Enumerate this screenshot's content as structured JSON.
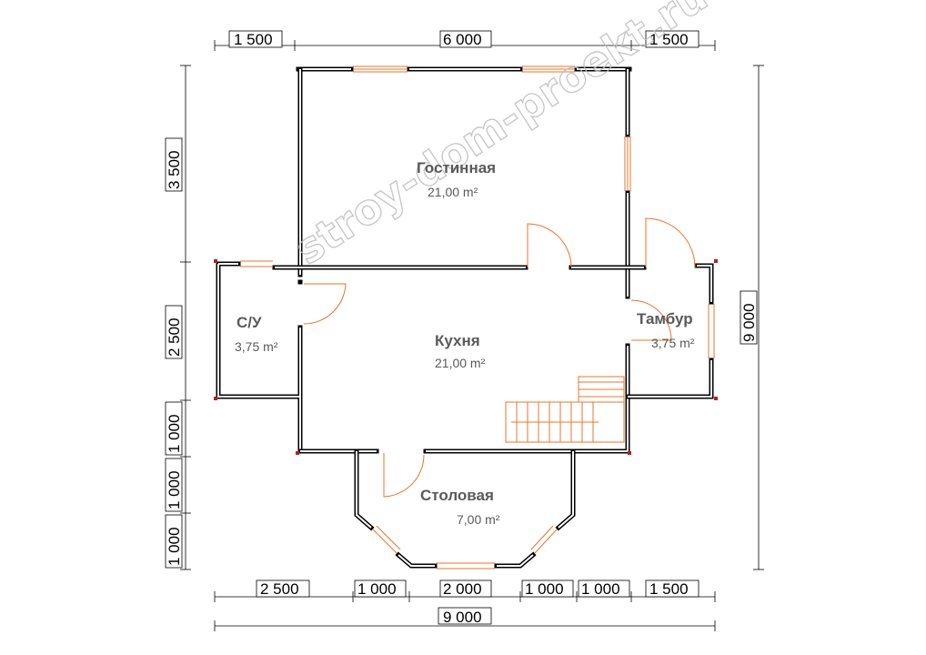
{
  "watermark": "stroy-dom-proekt.ru",
  "dimensions": {
    "top": [
      "1 500",
      "6 000",
      "1 500"
    ],
    "left": [
      "3 500",
      "2 500",
      "1 000",
      "1 000",
      "1 000"
    ],
    "right": "9 000",
    "bottom": [
      "2 500",
      "1 000",
      "2 000",
      "1 000",
      "1 000",
      "1 500"
    ],
    "bottom_total": "9 000"
  },
  "rooms": {
    "living": {
      "name": "Гостинная",
      "area": "21,00 m²"
    },
    "kitchen": {
      "name": "Кухня",
      "area": "21,00 m²"
    },
    "bathroom": {
      "name": "С/У",
      "area": "3,75 m²"
    },
    "vestibule": {
      "name": "Тамбур",
      "area": "3,75 m²"
    },
    "dining": {
      "name": "Столовая",
      "area": "7,00 m²"
    }
  },
  "colors": {
    "wall": "#000000",
    "opening": "#e8742c",
    "room_text": "#5a5a5a",
    "corner": "#b22222"
  }
}
